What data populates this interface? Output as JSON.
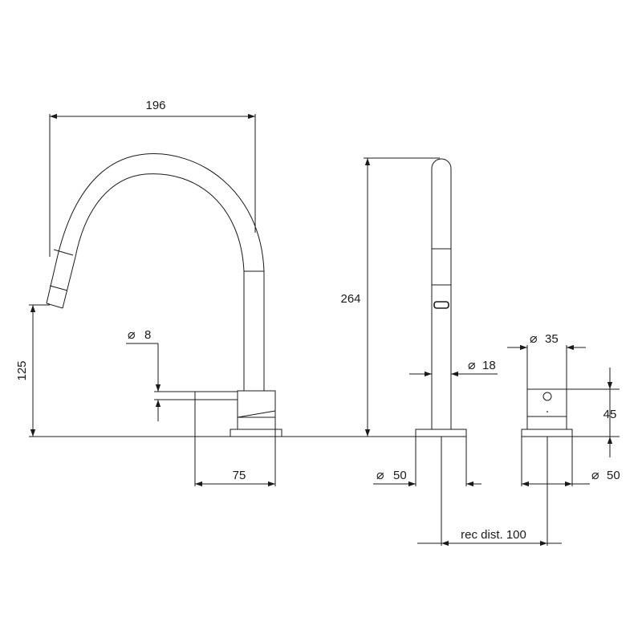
{
  "dimensions": {
    "spout_reach": "196",
    "spout_outlet_height": "125",
    "lever_diameter_symbol": "⌀",
    "lever_diameter": "8",
    "lever_length": "75",
    "total_height": "264",
    "spout_diameter_symbol": "⌀",
    "spout_diameter": "18",
    "mixer_diameter_symbol": "⌀",
    "mixer_diameter": "35",
    "mixer_height": "45",
    "base_left_symbol": "⌀",
    "base_left_diameter": "50",
    "base_right_symbol": "⌀",
    "base_right_diameter": "50",
    "recommended_distance": "rec dist. 100"
  }
}
